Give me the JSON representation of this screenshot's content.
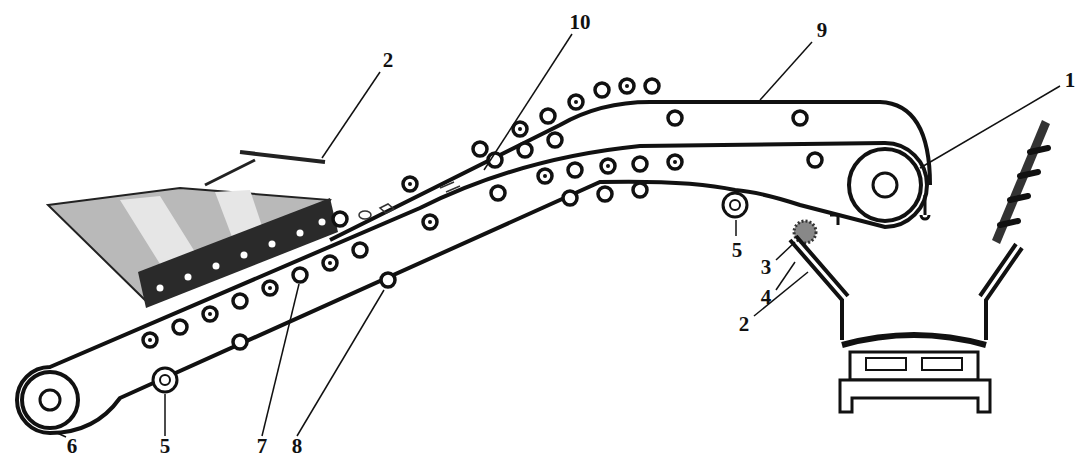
{
  "diagram": {
    "labels": [
      "2",
      "10",
      "9",
      "1",
      "5",
      "3",
      "4",
      "2",
      "6",
      "5",
      "7",
      "8"
    ]
  }
}
